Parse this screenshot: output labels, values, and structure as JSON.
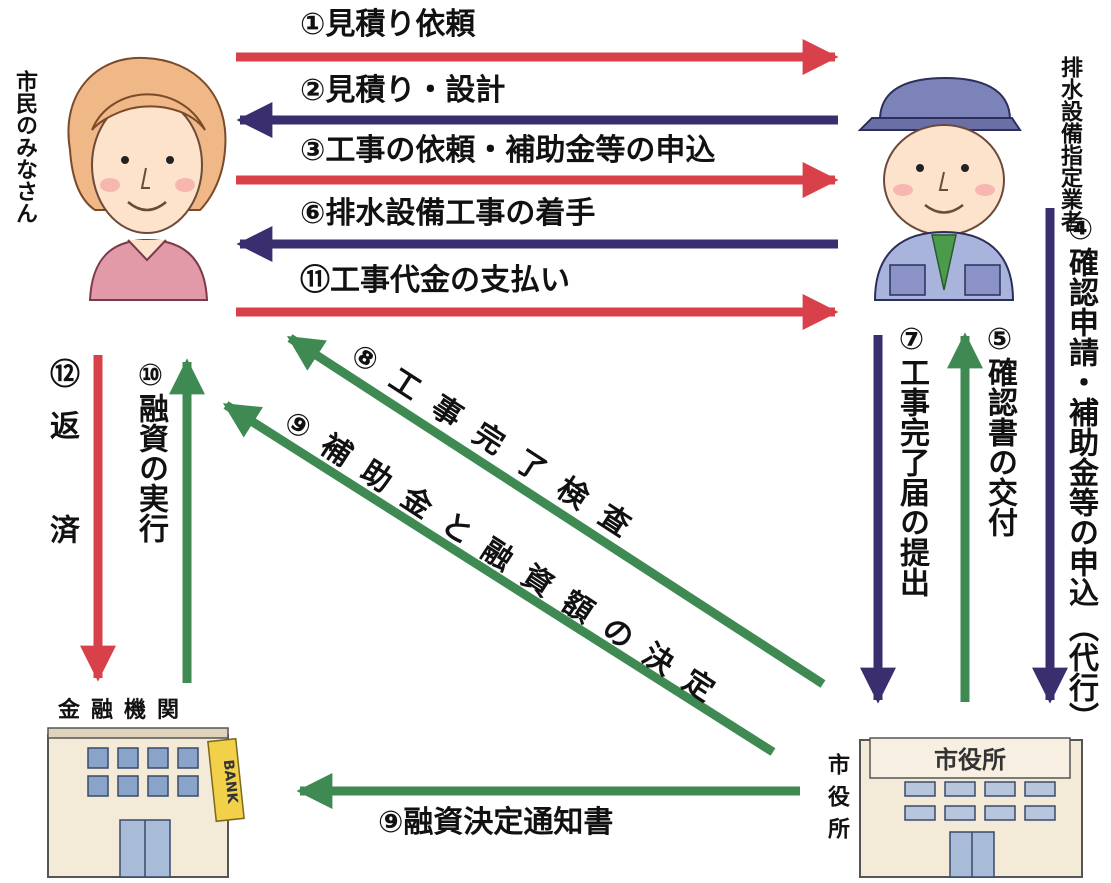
{
  "actors": {
    "citizen": "市民のみなさん",
    "contractor": "排水設備指定業者",
    "city_hall": "市役所",
    "bank": "金融機関"
  },
  "signs": {
    "bank": "BANK",
    "city_hall": "市役所"
  },
  "steps": {
    "s1": "①見積り依頼",
    "s2": "②見積り・設計",
    "s3": "③工事の依頼・補助金等の申込",
    "s6": "⑥排水設備工事の着手",
    "s11": "⑪工事代金の支払い",
    "s4": "④確認申請・補助金等の申込",
    "s4_note": "（代行）",
    "s5": "⑤確認書の交付",
    "s7": "⑦工事完了届の提出",
    "s8": "⑧工事完了検査",
    "s9a": "⑨補助金と融資額の決定",
    "s9b": "⑨融資決定通知書",
    "s10": "⑩融資の実行",
    "s12": "⑫返　済"
  },
  "colors": {
    "red_arrow": "#d8414a",
    "navy_arrow": "#3a2e6e",
    "green_arrow": "#3f8a53"
  }
}
